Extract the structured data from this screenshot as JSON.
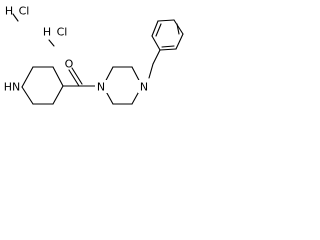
{
  "structure": {
    "salt_1": {
      "symbol": "Cl",
      "hydrogen": "H"
    },
    "salt_2": {
      "symbol": "Cl",
      "hydrogen": "H"
    },
    "atoms": {
      "piperidine_nh": "HN",
      "carbonyl_o": "O",
      "piperazine_n1": "N",
      "piperazine_n4": "N"
    }
  }
}
